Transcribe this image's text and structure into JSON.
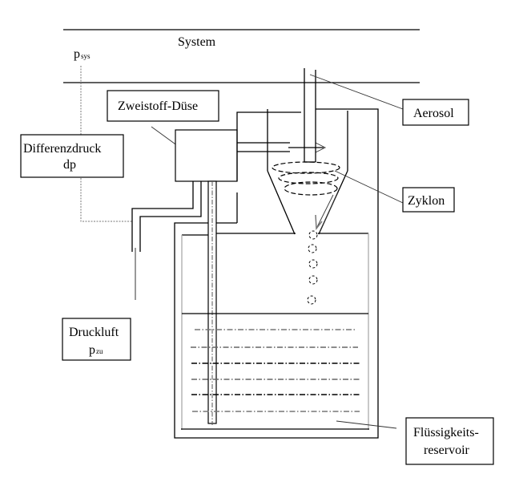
{
  "diagram": {
    "title_region": "System",
    "labels": {
      "p_sys_main": "p",
      "p_sys_sub": "sys",
      "zweistoff_duese": "Zweistoff-Düse",
      "differenzdruck_line1": "Differenzdruck",
      "differenzdruck_line2": "dp",
      "druckluft_line1": "Druckluft",
      "druckluft_main": "p",
      "druckluft_sub": "zu",
      "aerosol": "Aerosol",
      "zyklon": "Zyklon",
      "reservoir_line1": "Flüssigkeits-",
      "reservoir_line2": "reservoir"
    },
    "components": [
      "system-channel",
      "two-fluid-nozzle",
      "cyclone",
      "liquid-reservoir",
      "compressed-air-line",
      "pressure-tap",
      "droplets"
    ],
    "colors": {
      "line": "#000000",
      "grey_line": "#777777",
      "background": "#ffffff"
    }
  }
}
